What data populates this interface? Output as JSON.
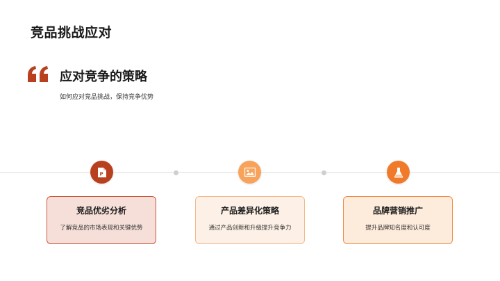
{
  "slide": {
    "title": "竞品挑战应对",
    "subheading": "应对竞争的策略",
    "subtext": "如何应对竞品挑战，保持竞争优势"
  },
  "colors": {
    "accent_dark": "#b8401e",
    "accent_orange": "#f07a2a",
    "accent_light": "#f7a35c"
  },
  "cards": [
    {
      "icon": "powerpoint-icon",
      "title": "竞品优劣分析",
      "desc": "了解竞品的市场表现和关键优势"
    },
    {
      "icon": "image-icon",
      "title": "产品差异化策略",
      "desc": "通过产品创新和升级提升竞争力"
    },
    {
      "icon": "flask-icon",
      "title": "品牌营销推广",
      "desc": "提升品牌知名度和认可度"
    }
  ]
}
